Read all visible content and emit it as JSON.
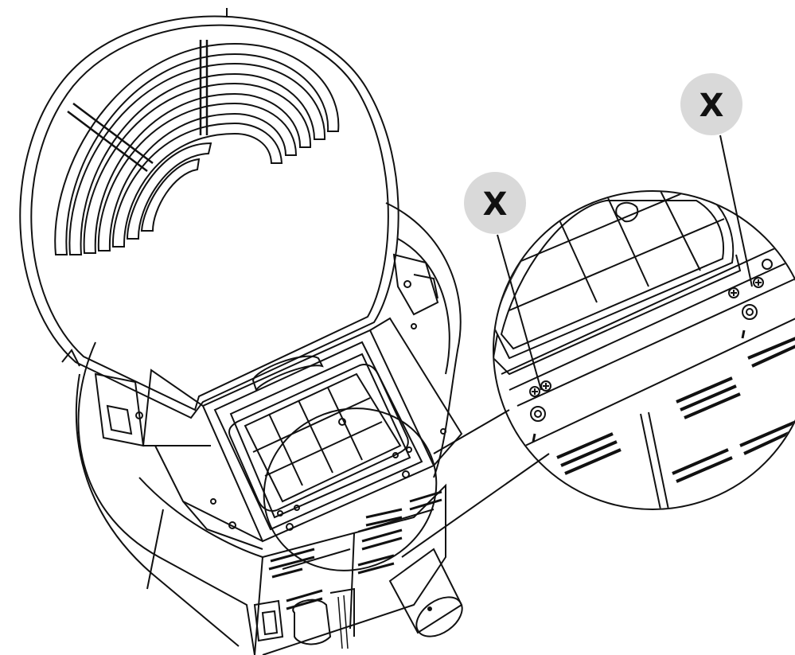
{
  "callouts": [
    {
      "id": "badge-left",
      "label": "X"
    },
    {
      "id": "badge-right",
      "label": "X"
    }
  ],
  "colors": {
    "line": "#111111",
    "badge_fill": "#d9d9d9",
    "background": "#ffffff"
  }
}
